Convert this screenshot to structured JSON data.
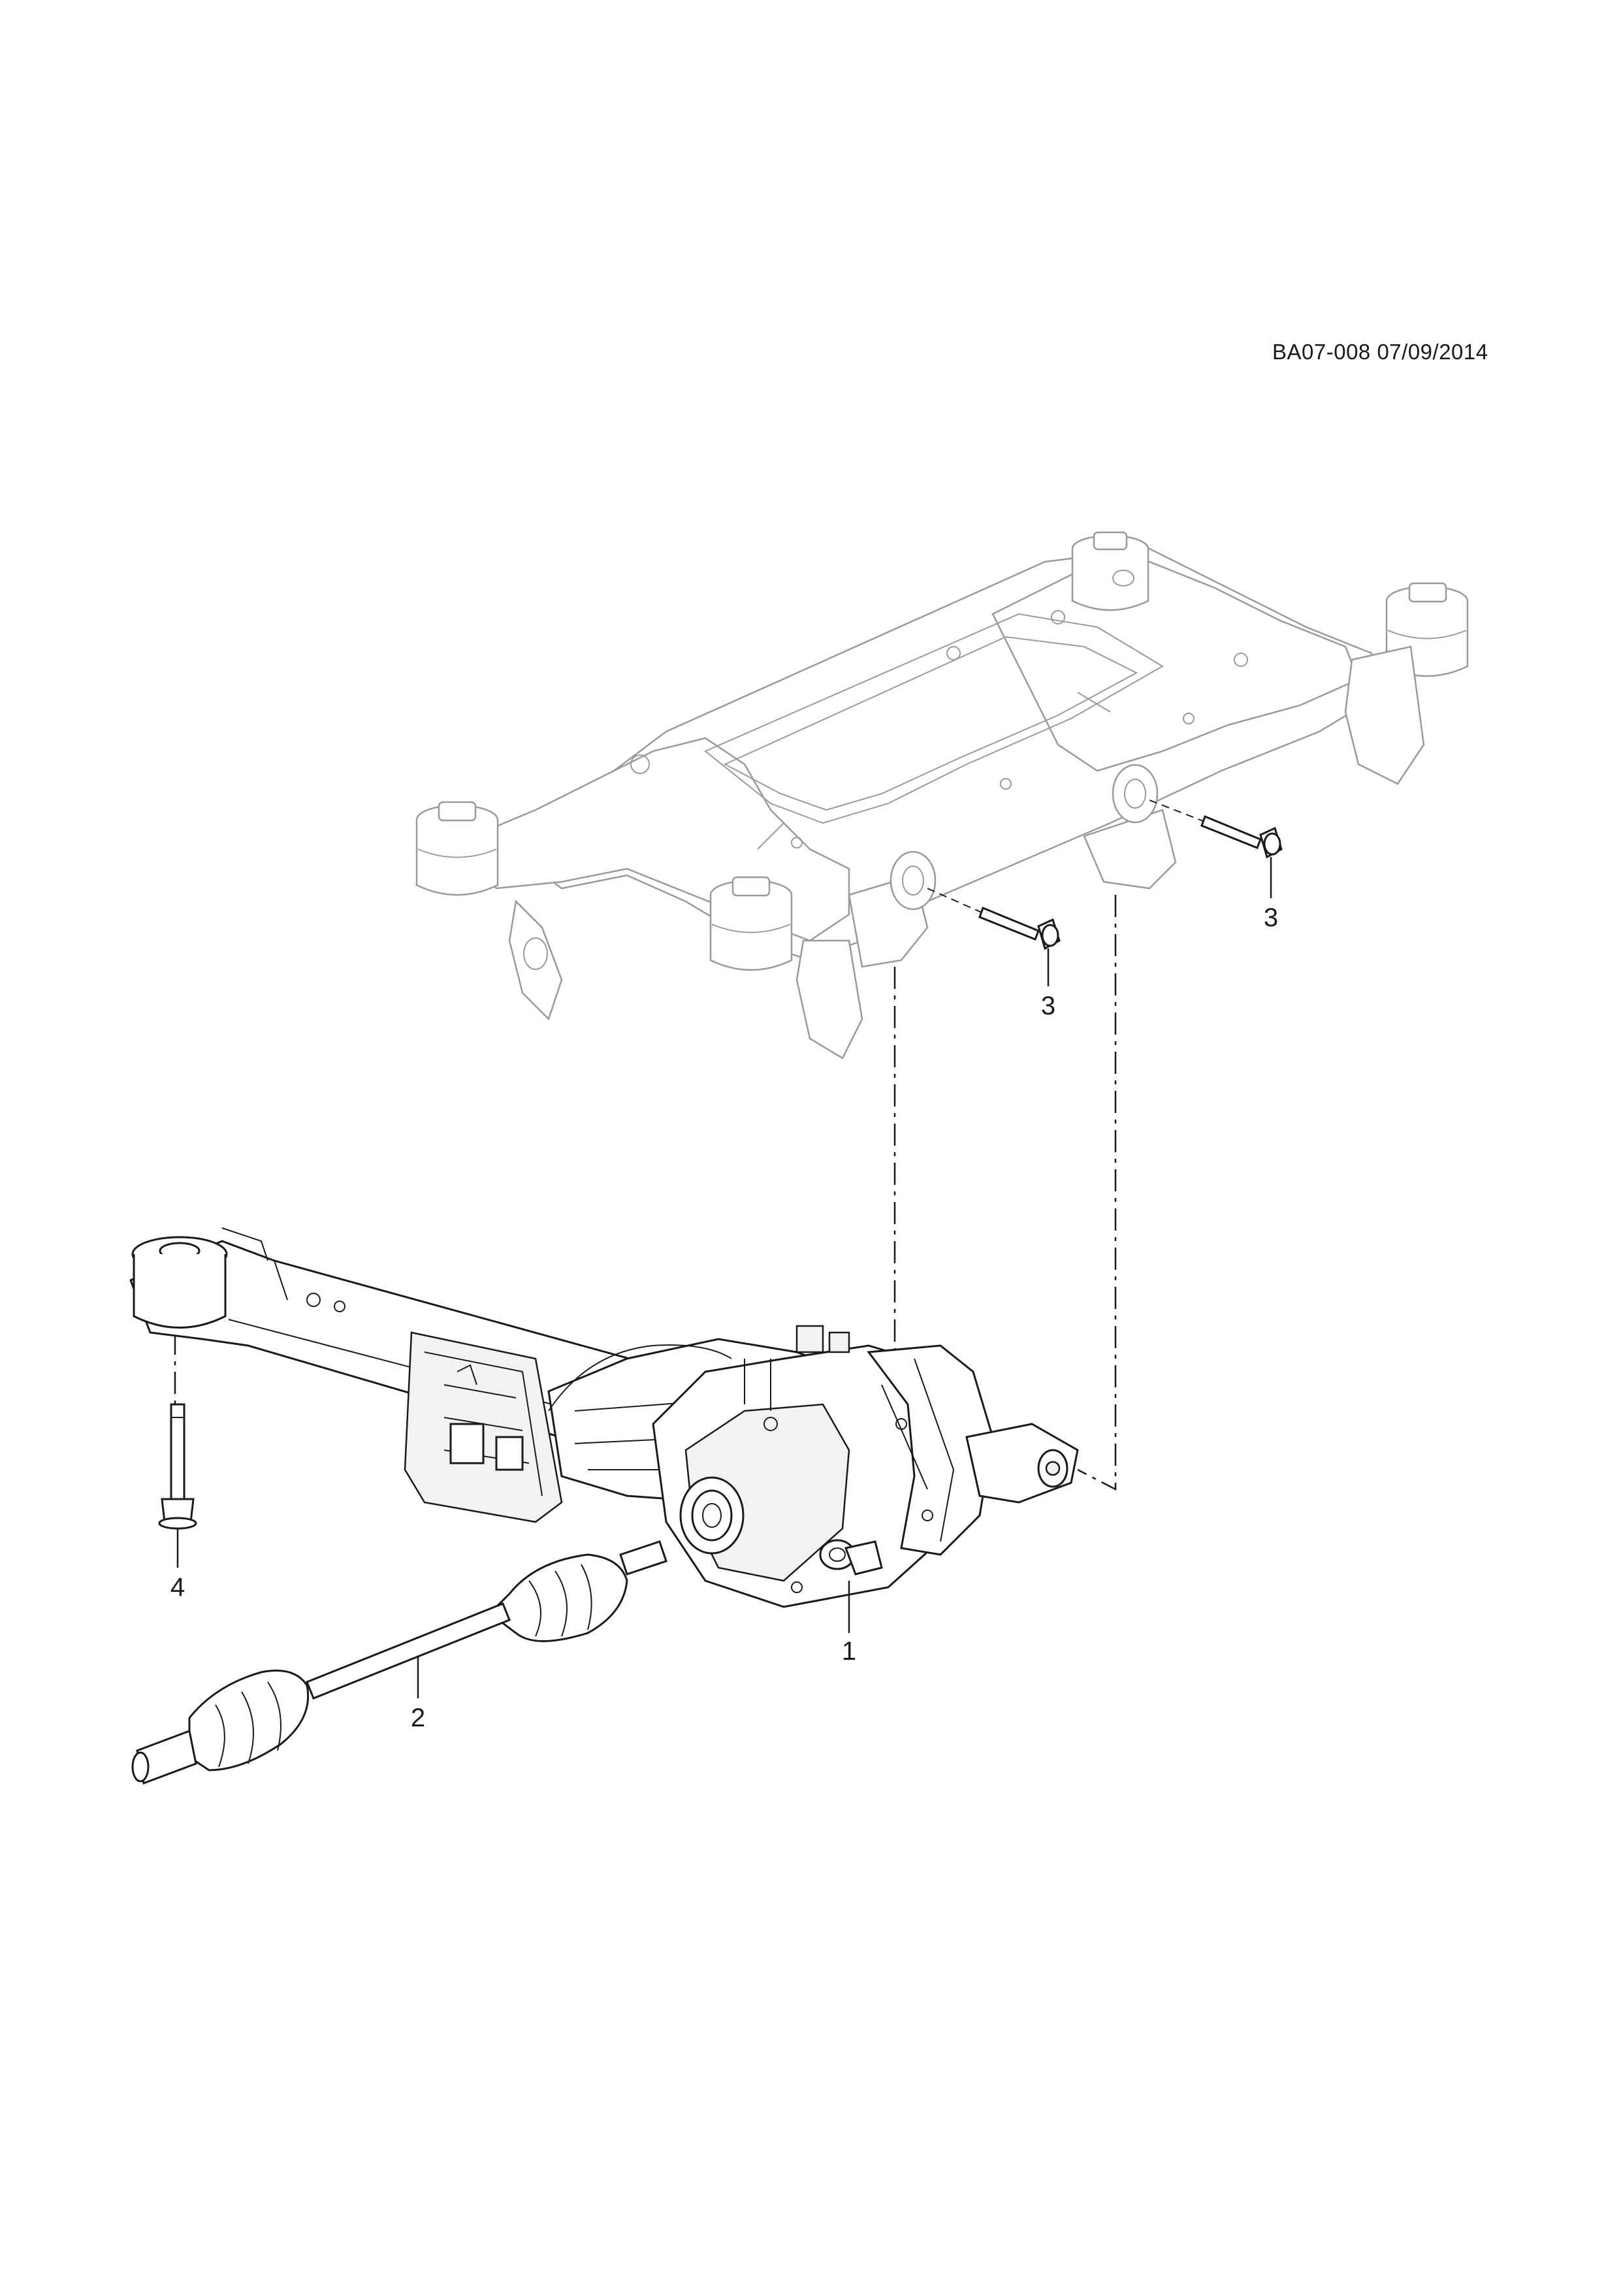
{
  "reference": {
    "code": "BA07-008 07/09/2014"
  },
  "callouts": [
    {
      "id": "1",
      "label": "1"
    },
    {
      "id": "2",
      "label": "2"
    },
    {
      "id": "3a",
      "label": "3"
    },
    {
      "id": "3b",
      "label": "3"
    },
    {
      "id": "4",
      "label": "4"
    }
  ]
}
